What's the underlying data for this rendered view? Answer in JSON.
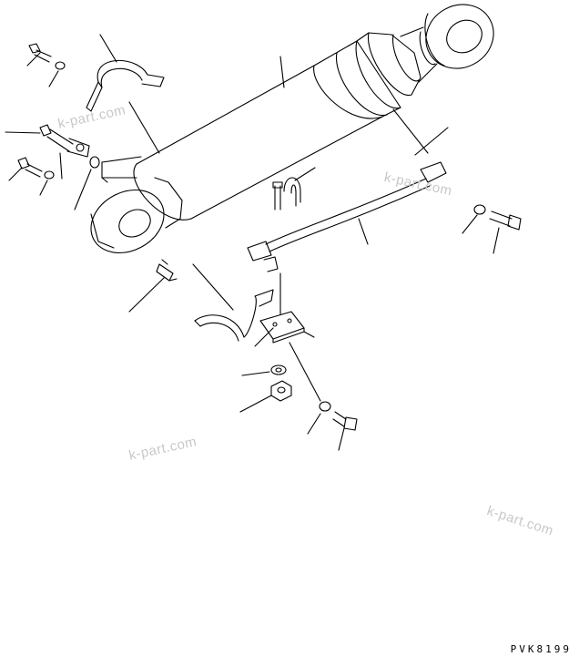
{
  "watermarks": [
    "k-part.com",
    "k-part.com",
    "k-part.com",
    "k-part.com"
  ],
  "drawing_code": "PVK8199",
  "colors": {
    "line": "#000000",
    "watermark": "#c8c8c8",
    "background": "#ffffff"
  }
}
